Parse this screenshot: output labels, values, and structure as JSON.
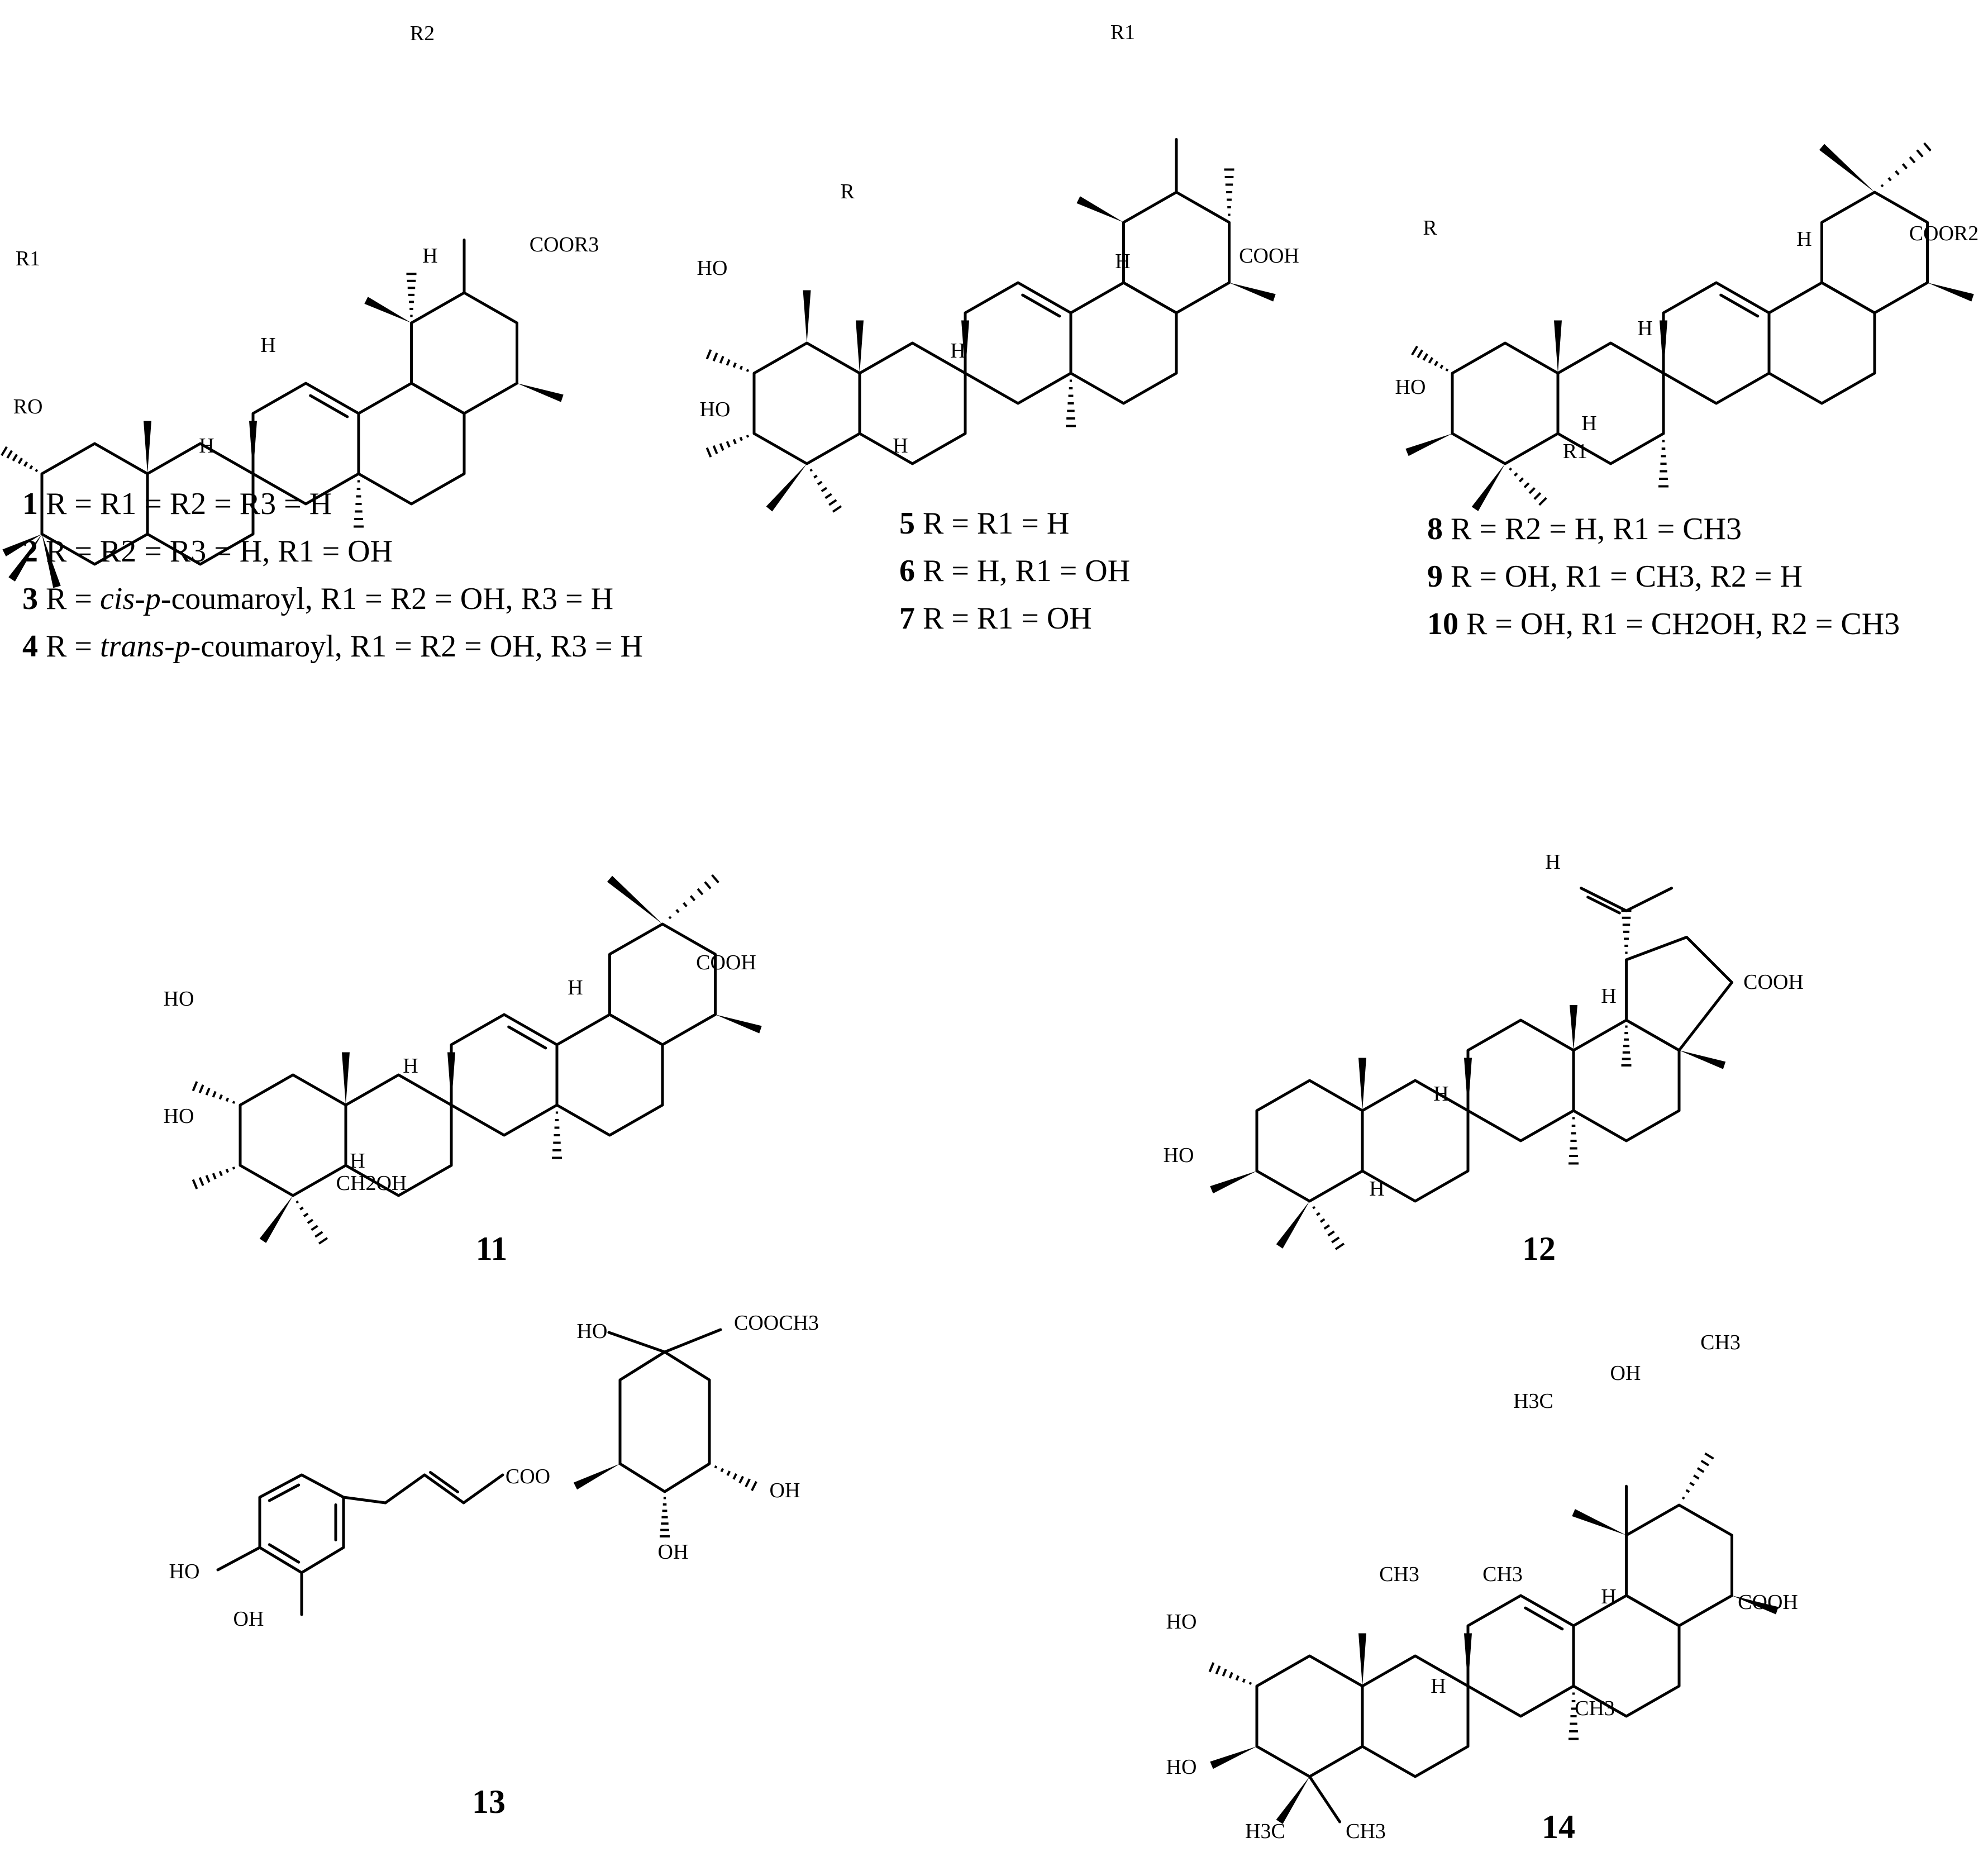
{
  "figure": {
    "compounds": [
      {
        "id": "1-4",
        "atom_labels": {
          "r2": "R2",
          "r1": "R1",
          "ro": "RO",
          "coor3": "COOR3",
          "h_c18": "H",
          "h_c9": "H",
          "h_c5": "H"
        },
        "legend": [
          {
            "num": "1",
            "text": "R = R1 = R2 = R3 = H"
          },
          {
            "num": "2",
            "text": "R = R2 = R3 = H, R1 = OH"
          },
          {
            "num": "3",
            "pre": "R = ",
            "ital": "cis-p",
            "post": "-coumaroyl, R1 = R2 = OH, R3 = H"
          },
          {
            "num": "4",
            "pre": "R = ",
            "ital": "trans-p",
            "post": "-coumaroyl, R1 = R2 = OH, R3 = H"
          }
        ]
      },
      {
        "id": "5-7",
        "atom_labels": {
          "r1": "R1",
          "r": "R",
          "ho_2": "HO",
          "ho_3": "HO",
          "cooh": "COOH",
          "h_c18": "H",
          "h_c9": "H",
          "h_c5": "H"
        },
        "legend": [
          {
            "num": "5",
            "text": "R = R1 = H"
          },
          {
            "num": "6",
            "text": "R = H, R1 = OH"
          },
          {
            "num": "7",
            "text": "R = R1 = OH"
          }
        ]
      },
      {
        "id": "8-10",
        "atom_labels": {
          "r": "R",
          "ho": "HO",
          "coor2": "COOR2",
          "r1": "R1",
          "h_c18": "H",
          "h_c9": "H",
          "h_c5": "H"
        },
        "legend": [
          {
            "num": "8",
            "text": "R = R2 = H, R1 = CH3"
          },
          {
            "num": "9",
            "text": "R = OH, R1 = CH3, R2 = H"
          },
          {
            "num": "10",
            "text": "R = OH, R1 = CH2OH, R2 = CH3"
          }
        ]
      },
      {
        "id": "11",
        "caption": "11",
        "atom_labels": {
          "ho_2": "HO",
          "ho_3": "HO",
          "cooh": "COOH",
          "ch2oh": "CH2OH",
          "h_c18": "H",
          "h_c9": "H",
          "h_c5": "H"
        }
      },
      {
        "id": "12",
        "caption": "12",
        "atom_labels": {
          "ho": "HO",
          "cooh": "COOH",
          "h_c19": "H",
          "h_c13": "H",
          "h_c9": "H",
          "h_c5": "H"
        }
      },
      {
        "id": "13",
        "caption": "13",
        "atom_labels": {
          "ho_top": "HO",
          "cooch3": "COOCH3",
          "coo": "COO",
          "oh_right": "OH",
          "oh_bottom": "OH",
          "ho_arom": "HO",
          "oh_arom": "OH"
        }
      },
      {
        "id": "14",
        "caption": "14",
        "atom_labels": {
          "ch3_top": "CH3",
          "oh": "OH",
          "h3c": "H3C",
          "ch3_c10": "CH3",
          "ch3_c8": "CH3",
          "ch3_c14": "CH3",
          "cooh": "COOH",
          "ho_2": "HO",
          "ho_3": "HO",
          "h3c_c4": "H3C",
          "ch3_c4": "CH3",
          "h_c18": "H",
          "h_c9": "H"
        }
      }
    ]
  }
}
